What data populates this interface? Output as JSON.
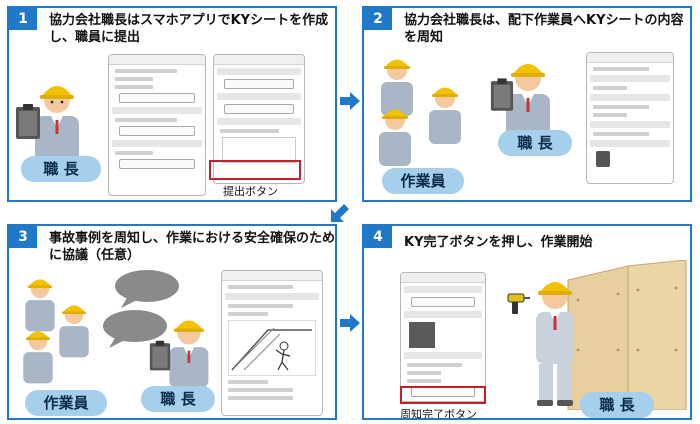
{
  "colors": {
    "panel_border": "#1f78c8",
    "step_badge": "#1f78c8",
    "label_pill": "#a6cfee",
    "highlight": "#c81e2a",
    "arrow": "#1f78c8",
    "helmet": "#f2c200",
    "workwear": "#a9b6c6"
  },
  "steps": [
    {
      "number": "1",
      "title": "協力会社職長はスマホアプリでKYシートを作成し、職員に提出",
      "role_label": "職 長",
      "caption": "提出ボタン"
    },
    {
      "number": "2",
      "title": "協力会社職長は、配下作業員へKYシートの内容を周知",
      "role_label_leader": "職 長",
      "role_label_workers": "作業員"
    },
    {
      "number": "3",
      "title": "事故事例を周知し、作業における安全確保のために協議（任意）",
      "role_label_workers": "作業員",
      "role_label_leader": "職 長"
    },
    {
      "number": "4",
      "title": "KY完了ボタンを押し、作業開始",
      "role_label": "職 長",
      "caption": "周知完了ボタン"
    }
  ],
  "icons": [
    "helmet-worker-icon",
    "clipboard-icon",
    "drill-icon",
    "speech-bubble-icon",
    "arrow-right-icon",
    "arrow-down-left-icon"
  ]
}
